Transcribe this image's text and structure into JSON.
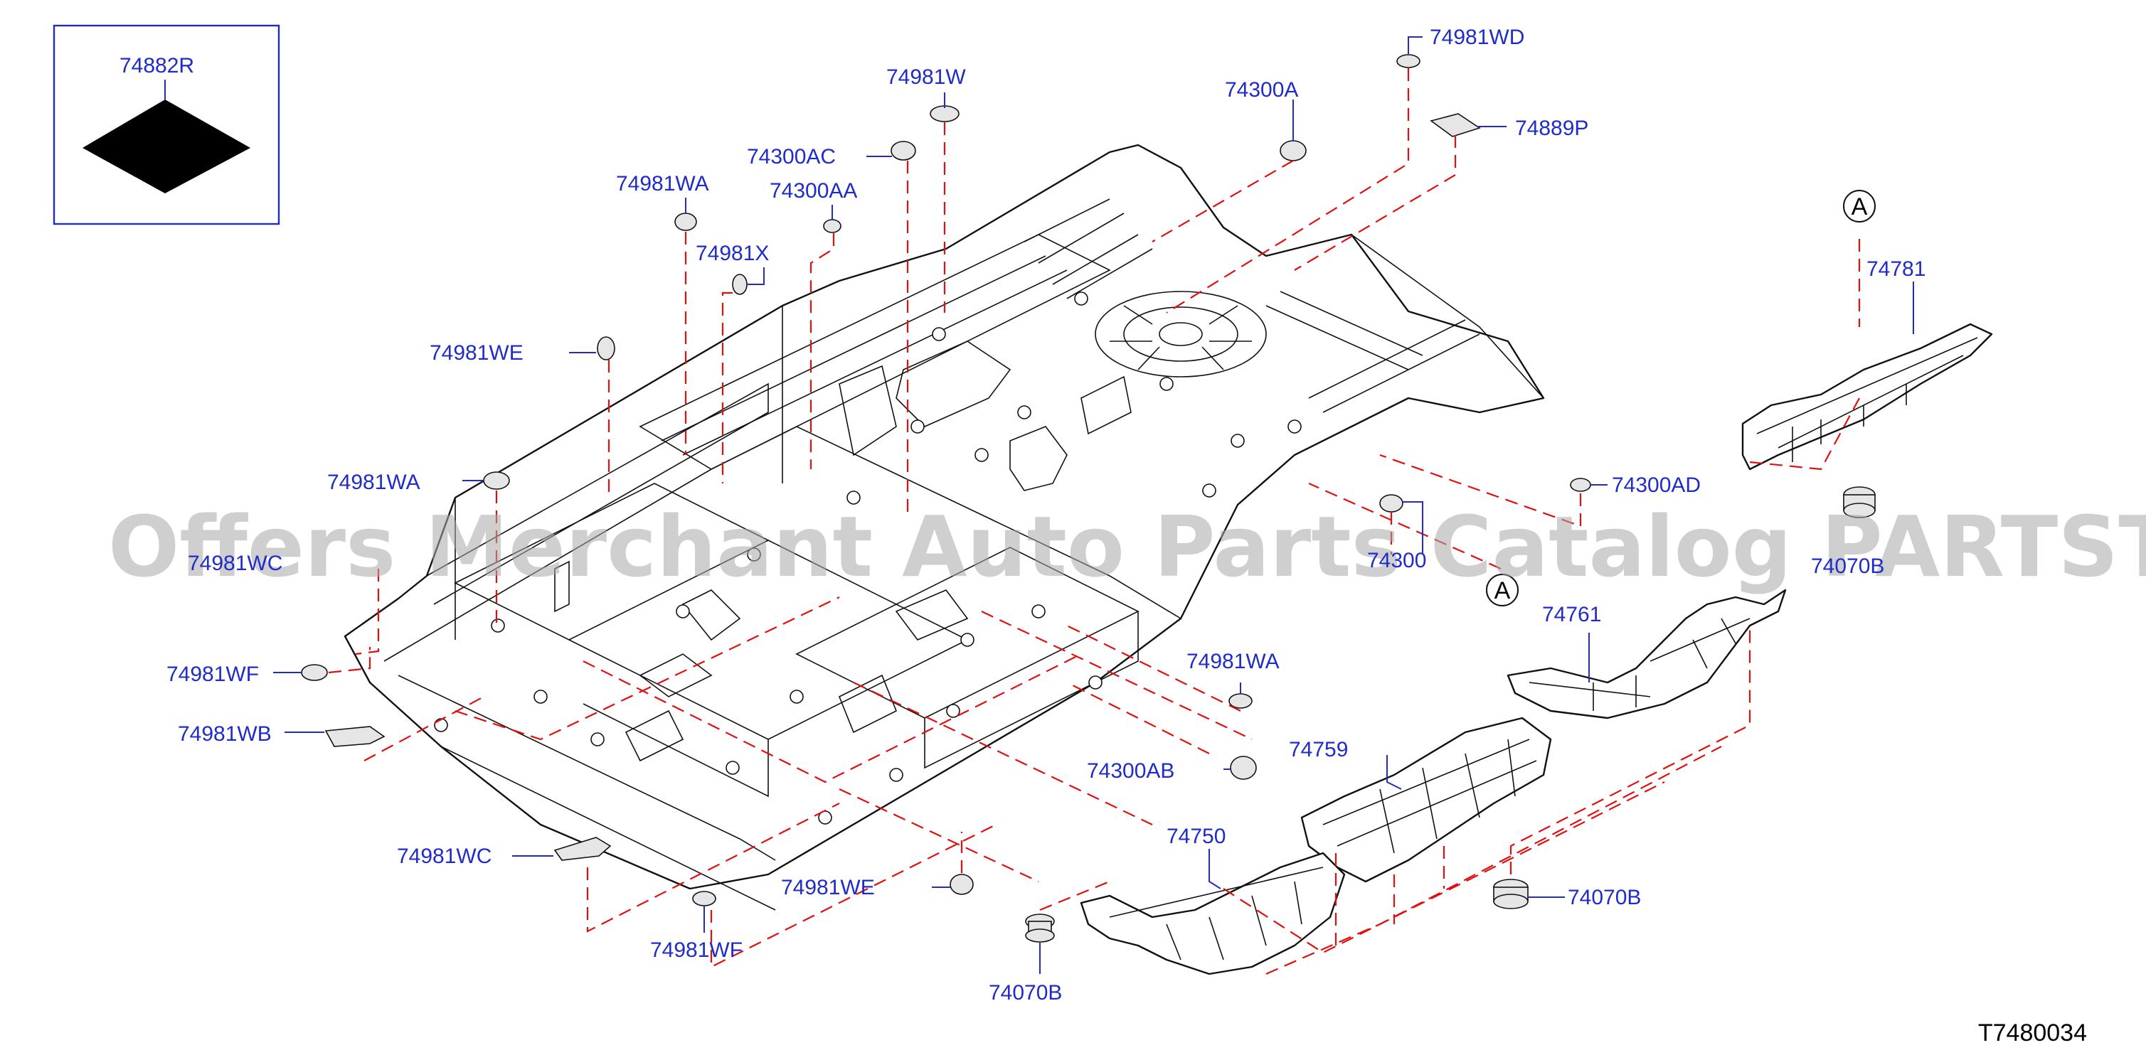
{
  "diagram": {
    "part_labels": [
      {
        "id": "l-74882R",
        "text": "74882R"
      },
      {
        "id": "l-74981W",
        "text": "74981W"
      },
      {
        "id": "l-74981WD",
        "text": "74981WD"
      },
      {
        "id": "l-74300A",
        "text": "74300A"
      },
      {
        "id": "l-74889P",
        "text": "74889P"
      },
      {
        "id": "l-74300AC",
        "text": "74300AC"
      },
      {
        "id": "l-74300AA",
        "text": "74300AA"
      },
      {
        "id": "l-74981WA-1",
        "text": "74981WA"
      },
      {
        "id": "l-74981X",
        "text": "74981X"
      },
      {
        "id": "l-74981WE-1",
        "text": "74981WE"
      },
      {
        "id": "l-74981WA-2",
        "text": "74981WA"
      },
      {
        "id": "l-74981WC-1",
        "text": "74981WC"
      },
      {
        "id": "l-74981WF-1",
        "text": "74981WF"
      },
      {
        "id": "l-74981WB",
        "text": "74981WB"
      },
      {
        "id": "l-74981WC-2",
        "text": "74981WC"
      },
      {
        "id": "l-74981WE-2",
        "text": "74981WE"
      },
      {
        "id": "l-74981WF-2",
        "text": "74981WF"
      },
      {
        "id": "l-74070B-1",
        "text": "74070B"
      },
      {
        "id": "l-74750",
        "text": "74750"
      },
      {
        "id": "l-74759",
        "text": "74759"
      },
      {
        "id": "l-74300AB",
        "text": "74300AB"
      },
      {
        "id": "l-74981WA-3",
        "text": "74981WA"
      },
      {
        "id": "l-74761",
        "text": "74761"
      },
      {
        "id": "l-74070B-2",
        "text": "74070B"
      },
      {
        "id": "l-74300AD",
        "text": "74300AD"
      },
      {
        "id": "l-74300-partial",
        "text": "74300"
      },
      {
        "id": "l-74070B-3",
        "text": "74070B"
      },
      {
        "id": "l-74781",
        "text": "74781"
      }
    ],
    "reference_marks": [
      {
        "id": "ref-A-1",
        "text": "A"
      },
      {
        "id": "ref-A-2",
        "text": "A"
      }
    ],
    "diagram_code": "T7480034",
    "watermark": "Offers Merchant Auto Parts Catalog PARTSTORE.SA",
    "colors": {
      "label": "#1f2cc8",
      "leader_line": "#1f2cc8",
      "dashed_line": "#e01010",
      "part_outline": "#111111",
      "watermark": "#a8a8a8"
    }
  }
}
